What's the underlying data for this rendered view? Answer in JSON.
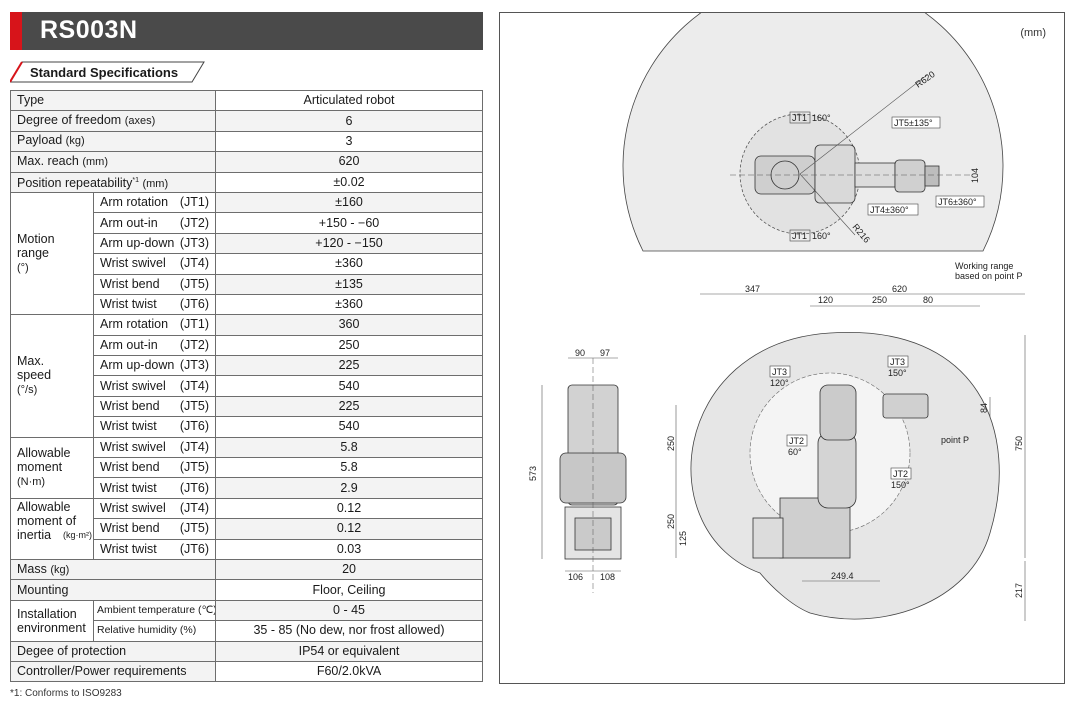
{
  "model": "RS003N",
  "section_title": "Standard Specifications",
  "rows": {
    "type": {
      "label": "Type",
      "value": "Articulated robot"
    },
    "dof": {
      "label": "Degree of freedom",
      "unit": "(axes)",
      "value": "6"
    },
    "payload": {
      "label": "Payload",
      "unit": "(kg)",
      "value": "3"
    },
    "reach": {
      "label": "Max. reach",
      "unit": "(mm)",
      "value": "620"
    },
    "repeat": {
      "label": "Position repeatability",
      "sup": "*1",
      "unit": "(mm)",
      "value": "±0.02"
    }
  },
  "motion_range": {
    "group": "Motion range",
    "unit": "(°)",
    "items": [
      {
        "label": "Arm rotation",
        "jt": "(JT1)",
        "value": "±160"
      },
      {
        "label": "Arm out-in",
        "jt": "(JT2)",
        "value": "+150 - −60"
      },
      {
        "label": "Arm up-down",
        "jt": "(JT3)",
        "value": "+120 - −150"
      },
      {
        "label": "Wrist swivel",
        "jt": "(JT4)",
        "value": "±360"
      },
      {
        "label": "Wrist bend",
        "jt": "(JT5)",
        "value": "±135"
      },
      {
        "label": "Wrist twist",
        "jt": "(JT6)",
        "value": "±360"
      }
    ]
  },
  "max_speed": {
    "group": "Max. speed",
    "unit": "(°/s)",
    "items": [
      {
        "label": "Arm rotation",
        "jt": "(JT1)",
        "value": "360"
      },
      {
        "label": "Arm out-in",
        "jt": "(JT2)",
        "value": "250"
      },
      {
        "label": "Arm up-down",
        "jt": "(JT3)",
        "value": "225"
      },
      {
        "label": "Wrist swivel",
        "jt": "(JT4)",
        "value": "540"
      },
      {
        "label": "Wrist bend",
        "jt": "(JT5)",
        "value": "225"
      },
      {
        "label": "Wrist twist",
        "jt": "(JT6)",
        "value": "540"
      }
    ]
  },
  "allowable_moment": {
    "group": "Allowable moment",
    "unit": "(N·m)",
    "items": [
      {
        "label": "Wrist swivel",
        "jt": "(JT4)",
        "value": "5.8"
      },
      {
        "label": "Wrist bend",
        "jt": "(JT5)",
        "value": "5.8"
      },
      {
        "label": "Wrist twist",
        "jt": "(JT6)",
        "value": "2.9"
      }
    ]
  },
  "allowable_inertia": {
    "group": "Allowable moment of inertia",
    "unit": "(kg·m²)",
    "items": [
      {
        "label": "Wrist swivel",
        "jt": "(JT4)",
        "value": "0.12"
      },
      {
        "label": "Wrist bend",
        "jt": "(JT5)",
        "value": "0.12"
      },
      {
        "label": "Wrist twist",
        "jt": "(JT6)",
        "value": "0.03"
      }
    ]
  },
  "mass": {
    "label": "Mass",
    "unit": "(kg)",
    "value": "20"
  },
  "mounting": {
    "label": "Mounting",
    "value": "Floor, Ceiling"
  },
  "install": {
    "group": "Installation environment",
    "items": [
      {
        "label": "Ambient temperature",
        "unit": "(℃)",
        "value": "0 - 45"
      },
      {
        "label": "Relative humidity",
        "unit": "(%)",
        "value": "35 - 85 (No dew, nor frost allowed)"
      }
    ]
  },
  "protection": {
    "label": "Degee of protection",
    "value": "IP54 or equivalent"
  },
  "controller": {
    "label": "Controller/Power requirements",
    "value": "F60/2.0kVA"
  },
  "footnote": "*1: Conforms to ISO9283",
  "drawing": {
    "unit_note": "(mm)",
    "top_labels": {
      "r620": "R620",
      "r216": "R216",
      "jt1_top": "JT1",
      "jt1_top_deg": "160°",
      "jt1_bot": "JT1",
      "jt1_bot_deg": "160°",
      "jt5": "JT5±135°",
      "jt4": "JT4±360°",
      "jt6": "JT6±360°",
      "d104": "104"
    },
    "front_dims": {
      "d90": "90",
      "d97": "97",
      "d573": "573",
      "d106": "106",
      "d108": "108"
    },
    "side_dims": {
      "d347": "347",
      "d620": "620",
      "d120": "120",
      "d250a": "250",
      "d80": "80",
      "d84": "84",
      "d750": "750",
      "d250b": "250",
      "d250c": "250",
      "d125": "125",
      "d249": "249.4",
      "d217": "217"
    },
    "side_labels": {
      "working_range": "Working range",
      "based_on": "based on point P",
      "point_p": "point P",
      "jt3a": "JT3",
      "jt3a_deg": "120°",
      "jt3b": "JT3",
      "jt3b_deg": "150°",
      "jt2a": "JT2",
      "jt2a_deg": "60°",
      "jt2b": "JT2",
      "jt2b_deg": "150°"
    }
  }
}
